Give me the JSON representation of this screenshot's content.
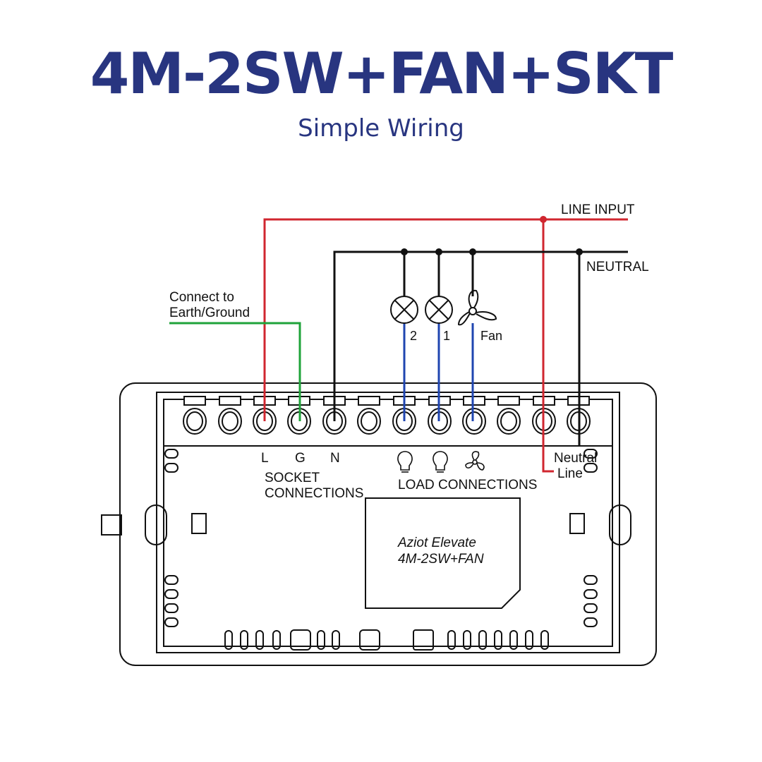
{
  "header": {
    "title": "4M-2SW+FAN+SKT",
    "subtitle": "Simple Wiring"
  },
  "labels": {
    "line_input": "LINE INPUT",
    "neutral": "NEUTRAL",
    "earth_1": "Connect to",
    "earth_2": "Earth/Ground",
    "lamp_2": "2",
    "lamp_1": "1",
    "fan": "Fan",
    "term_l": "L",
    "term_g": "G",
    "term_n": "N",
    "socket_1": "SOCKET",
    "socket_2": "CONNECTIONS",
    "load": "LOAD CONNECTIONS",
    "neutral_term": "Neutral",
    "line_term": "Line",
    "device_1": "Aziot Elevate",
    "device_2": "4M-2SW+FAN"
  },
  "colors": {
    "title": "#283580",
    "line": "#d0262f",
    "neutral": "#111111",
    "earth": "#1fa33a",
    "load": "#1f45b0"
  }
}
